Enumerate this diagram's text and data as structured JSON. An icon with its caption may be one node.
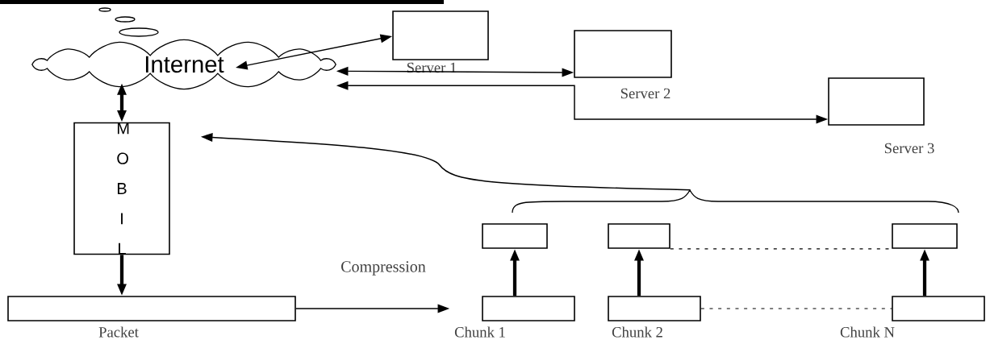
{
  "diagram": {
    "nodes": [
      {
        "text": [
          "Internet"
        ]
      },
      {
        "text": [],
        "shape": "box",
        "beside": [
          "Server 1"
        ]
      },
      {
        "text": [],
        "shape": "box",
        "beside": [
          "Server 2"
        ]
      },
      {
        "text": [],
        "shape": "box",
        "beside": [
          "Server 3"
        ]
      },
      {
        "text": [
          "M O B I L"
        ]
      },
      {
        "text": [],
        "shape": "box",
        "beside": [
          "Packet"
        ]
      },
      {
        "text": [],
        "shape": "box",
        "beside": [
          "Chunk 1"
        ]
      },
      {
        "text": [],
        "shape": "box",
        "beside": [
          "Chunk 2"
        ]
      },
      {
        "text": [],
        "shape": "box",
        "beside": [
          "Chunk N"
        ]
      },
      {
        "text": [],
        "shape": "box"
      },
      {
        "text": [],
        "shape": "box"
      },
      {
        "text": [],
        "shape": "box"
      },
      {
        "text": [],
        "shape": "brace"
      }
    ],
    "edges": [
      {
        "from": 0,
        "to": 1,
        "arrow": "both"
      },
      {
        "from": 0,
        "to": 2,
        "arrow": "both"
      },
      {
        "from": 0,
        "to": 3,
        "arrow": "both"
      },
      {
        "from": 0,
        "to": 4,
        "arrow": "both",
        "style": "thick"
      },
      {
        "from": 4,
        "to": 5,
        "arrow": "to",
        "style": "thick"
      },
      {
        "from": 5,
        "to": 6,
        "arrow": "to"
      },
      {
        "from": 6,
        "to": 9,
        "arrow": "to",
        "style": "thick"
      },
      {
        "from": 7,
        "to": 10,
        "arrow": "to",
        "style": "thick"
      },
      {
        "from": 8,
        "to": 11,
        "arrow": "to",
        "style": "thick"
      },
      {
        "from": 7,
        "to": 8,
        "arrow": "none",
        "style": "dashed"
      },
      {
        "from": 10,
        "to": 11,
        "arrow": "none",
        "style": "dashed"
      },
      {
        "from": 12,
        "to": 4,
        "arrow": "to"
      }
    ],
    "labels": [
      "Compression"
    ]
  }
}
